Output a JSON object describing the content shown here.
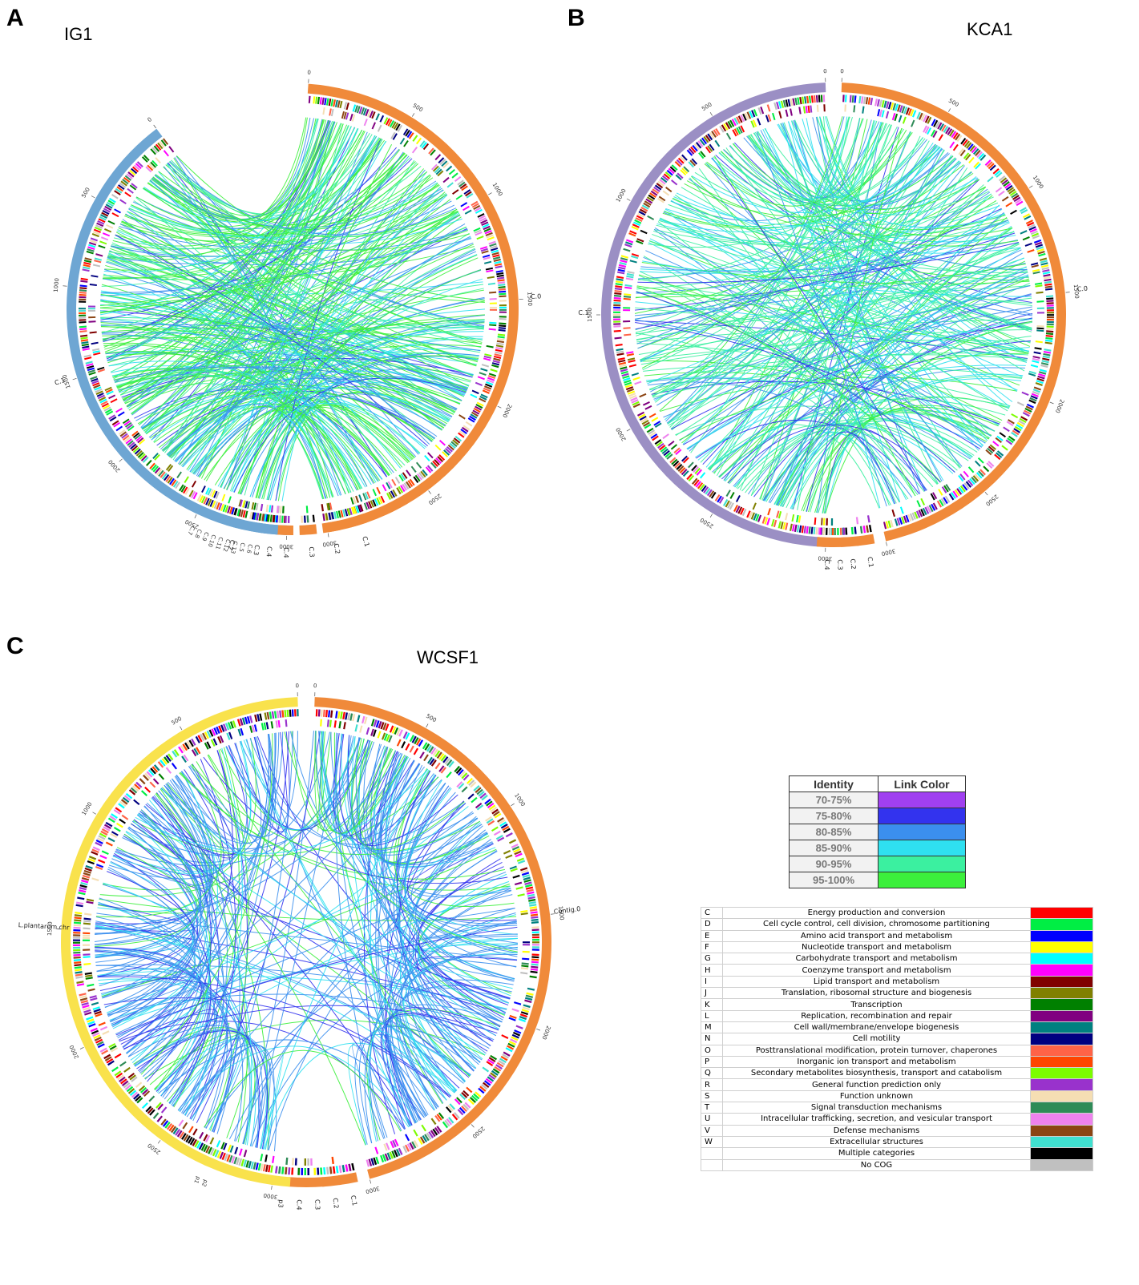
{
  "panels": [
    {
      "letter": "A",
      "title": "IG1",
      "outer": [
        {
          "label": "C.1",
          "color": "#6ea6d3",
          "start": 181.5,
          "end": 323
        },
        {
          "label": "C.0",
          "color": "#f08a3a",
          "start": 4,
          "end": 171
        }
      ],
      "small": [
        {
          "label": "C.1",
          "color": "#f08a3a",
          "angle": 163
        },
        {
          "label": "C.2",
          "color": "#f08a3a",
          "angle": 170
        },
        {
          "label": "C.3",
          "color": "#f08a3a",
          "angle": 176
        },
        {
          "label": "C.4",
          "color": "#f08a3a",
          "angle": 182
        },
        {
          "label": "C.2",
          "color": "#6ea6d3",
          "angle": 195
        },
        {
          "label": "C.3",
          "color": "#6ea6d3",
          "angle": 189
        },
        {
          "label": "C.4",
          "color": "#6ea6d3",
          "angle": 186
        }
      ],
      "tiny": [
        "C.7",
        "C.8",
        "C.9",
        "C.10",
        "C.11",
        "C.12",
        "C.13",
        "C.5",
        "C.6"
      ],
      "ticks_left": [
        "3000",
        "2500",
        "2000",
        "1500",
        "1000",
        "500",
        "0"
      ],
      "ticks_right": [
        "0",
        "500",
        "1000",
        "1500",
        "2000",
        "2500",
        "3000"
      ]
    },
    {
      "letter": "B",
      "title": "KCA1",
      "outer": [
        {
          "label": "C.1",
          "color": "#9b8fc4",
          "start": 182,
          "end": 358
        },
        {
          "label": "C.0",
          "color": "#f08a3a",
          "start": 2,
          "end": 167
        }
      ],
      "small": [
        {
          "label": "C.1",
          "color": "#f08a3a",
          "angle": 172
        },
        {
          "label": "C.2",
          "color": "#f08a3a",
          "angle": 176
        },
        {
          "label": "C.3",
          "color": "#f08a3a",
          "angle": 179
        },
        {
          "label": "C.4",
          "color": "#f08a3a",
          "angle": 182
        }
      ],
      "ticks_left": [
        "3000",
        "2500",
        "2000",
        "1500",
        "1000",
        "500",
        "0"
      ],
      "ticks_right": [
        "0",
        "500",
        "1000",
        "1500",
        "2000",
        "2500",
        "3000"
      ]
    },
    {
      "letter": "C",
      "title": "WCSF1",
      "outer": [
        {
          "label": "L.plantarum.chr",
          "color": "#f9e24c",
          "start": 188,
          "end": 358
        },
        {
          "label": "Contig.0",
          "color": "#f08a3a",
          "start": 2,
          "end": 165
        }
      ],
      "small": [
        {
          "label": "C.1",
          "color": "#f08a3a",
          "angle": 170
        },
        {
          "label": "C.2",
          "color": "#f08a3a",
          "angle": 174
        },
        {
          "label": "C.3",
          "color": "#f08a3a",
          "angle": 178
        },
        {
          "label": "C.4",
          "color": "#f08a3a",
          "angle": 182
        },
        {
          "label": "p3",
          "color": "#f9e24c",
          "angle": 186
        }
      ],
      "tiny": [
        "p1",
        "p2"
      ],
      "ticks_left": [
        "3000",
        "2500",
        "2000",
        "1500",
        "1000",
        "500",
        "0"
      ],
      "ticks_right": [
        "0",
        "500",
        "1000",
        "1500",
        "2000",
        "2500",
        "3000"
      ]
    }
  ],
  "identity_legend": {
    "header_identity": "Identity",
    "header_link_color": "Link Color",
    "rows": [
      {
        "range": "70-75%",
        "color": "#a040f0"
      },
      {
        "range": "75-80%",
        "color": "#3333ee"
      },
      {
        "range": "80-85%",
        "color": "#3b8fee"
      },
      {
        "range": "85-90%",
        "color": "#2fe0f0"
      },
      {
        "range": "90-95%",
        "color": "#3bf0a0"
      },
      {
        "range": "95-100%",
        "color": "#3cf03c"
      }
    ]
  },
  "cog_legend": [
    {
      "code": "C",
      "desc": "Energy production and conversion",
      "color": "#ff0000"
    },
    {
      "code": "D",
      "desc": "Cell cycle control, cell division, chromosome partitioning",
      "color": "#00ee44"
    },
    {
      "code": "E",
      "desc": "Amino acid transport and metabolism",
      "color": "#0000ff"
    },
    {
      "code": "F",
      "desc": "Nucleotide transport and metabolism",
      "color": "#ffff00"
    },
    {
      "code": "G",
      "desc": "Carbohydrate transport and metabolism",
      "color": "#00ffff"
    },
    {
      "code": "H",
      "desc": "Coenzyme transport and metabolism",
      "color": "#ff00ff"
    },
    {
      "code": "I",
      "desc": "Lipid transport and metabolism",
      "color": "#800000"
    },
    {
      "code": "J",
      "desc": "Translation, ribosomal structure and biogenesis",
      "color": "#808000"
    },
    {
      "code": "K",
      "desc": "Transcription",
      "color": "#008000"
    },
    {
      "code": "L",
      "desc": "Replication, recombination and repair",
      "color": "#800080"
    },
    {
      "code": "M",
      "desc": "Cell wall/membrane/envelope biogenesis",
      "color": "#008080"
    },
    {
      "code": "N",
      "desc": "Cell motility",
      "color": "#000080"
    },
    {
      "code": "O",
      "desc": "Posttranslational modification, protein turnover, chaperones",
      "color": "#ff6347"
    },
    {
      "code": "P",
      "desc": "Inorganic ion transport and metabolism",
      "color": "#ff4500"
    },
    {
      "code": "Q",
      "desc": "Secondary metabolites biosynthesis, transport and catabolism",
      "color": "#7cfc00"
    },
    {
      "code": "R",
      "desc": "General function prediction only",
      "color": "#9932cc"
    },
    {
      "code": "S",
      "desc": "Function unknown",
      "color": "#f5deb3"
    },
    {
      "code": "T",
      "desc": "Signal transduction mechanisms",
      "color": "#2e8b57"
    },
    {
      "code": "U",
      "desc": "Intracellular trafficking, secretion, and vesicular transport",
      "color": "#ee82ee"
    },
    {
      "code": "V",
      "desc": "Defense mechanisms",
      "color": "#8b4513"
    },
    {
      "code": "W",
      "desc": "Extracellular structures",
      "color": "#40e0d0"
    },
    {
      "code": "",
      "desc": "Multiple categories",
      "color": "#000000"
    },
    {
      "code": "",
      "desc": "No COG",
      "color": "#c0c0c0"
    }
  ]
}
